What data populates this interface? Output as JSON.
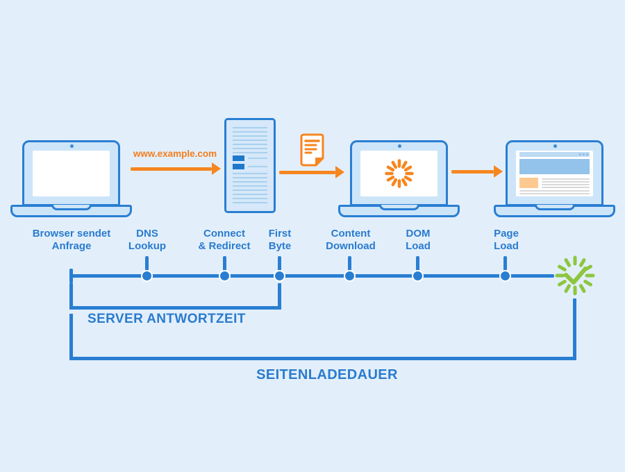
{
  "diagram": {
    "url": "www.example.com",
    "stages": [
      {
        "line1": "Browser sendet",
        "line2": "Anfrage"
      },
      {
        "line1": "DNS",
        "line2": "Lookup"
      },
      {
        "line1": "Connect",
        "line2": "& Redirect"
      },
      {
        "line1": "First",
        "line2": "Byte"
      },
      {
        "line1": "Content",
        "line2": "Download"
      },
      {
        "line1": "DOM",
        "line2": "Load"
      },
      {
        "line1": "Page",
        "line2": "Load"
      }
    ],
    "server_bracket_label": "SERVER ANTWORTZEIT",
    "page_bracket_label": "SEITENLADEDAUER"
  },
  "icons": {
    "laptop_request": "laptop-icon",
    "server": "server-icon",
    "document": "document-icon",
    "spinner": "loading-spinner-icon",
    "success": "success-burst-check-icon"
  },
  "colors": {
    "background": "#e2effb",
    "stroke_blue": "#2a7ed2",
    "fill_light_blue": "#cde5f9",
    "server_stripe": "#a9d0ee",
    "chip_blue": "#1e78cb",
    "text_blue": "#2a7bce",
    "orange": "#f6861f",
    "orange_light": "#fdc991",
    "banner_blue": "#93c2ea",
    "gray_line": "#d9d9d9",
    "green": "#8dc63f"
  }
}
